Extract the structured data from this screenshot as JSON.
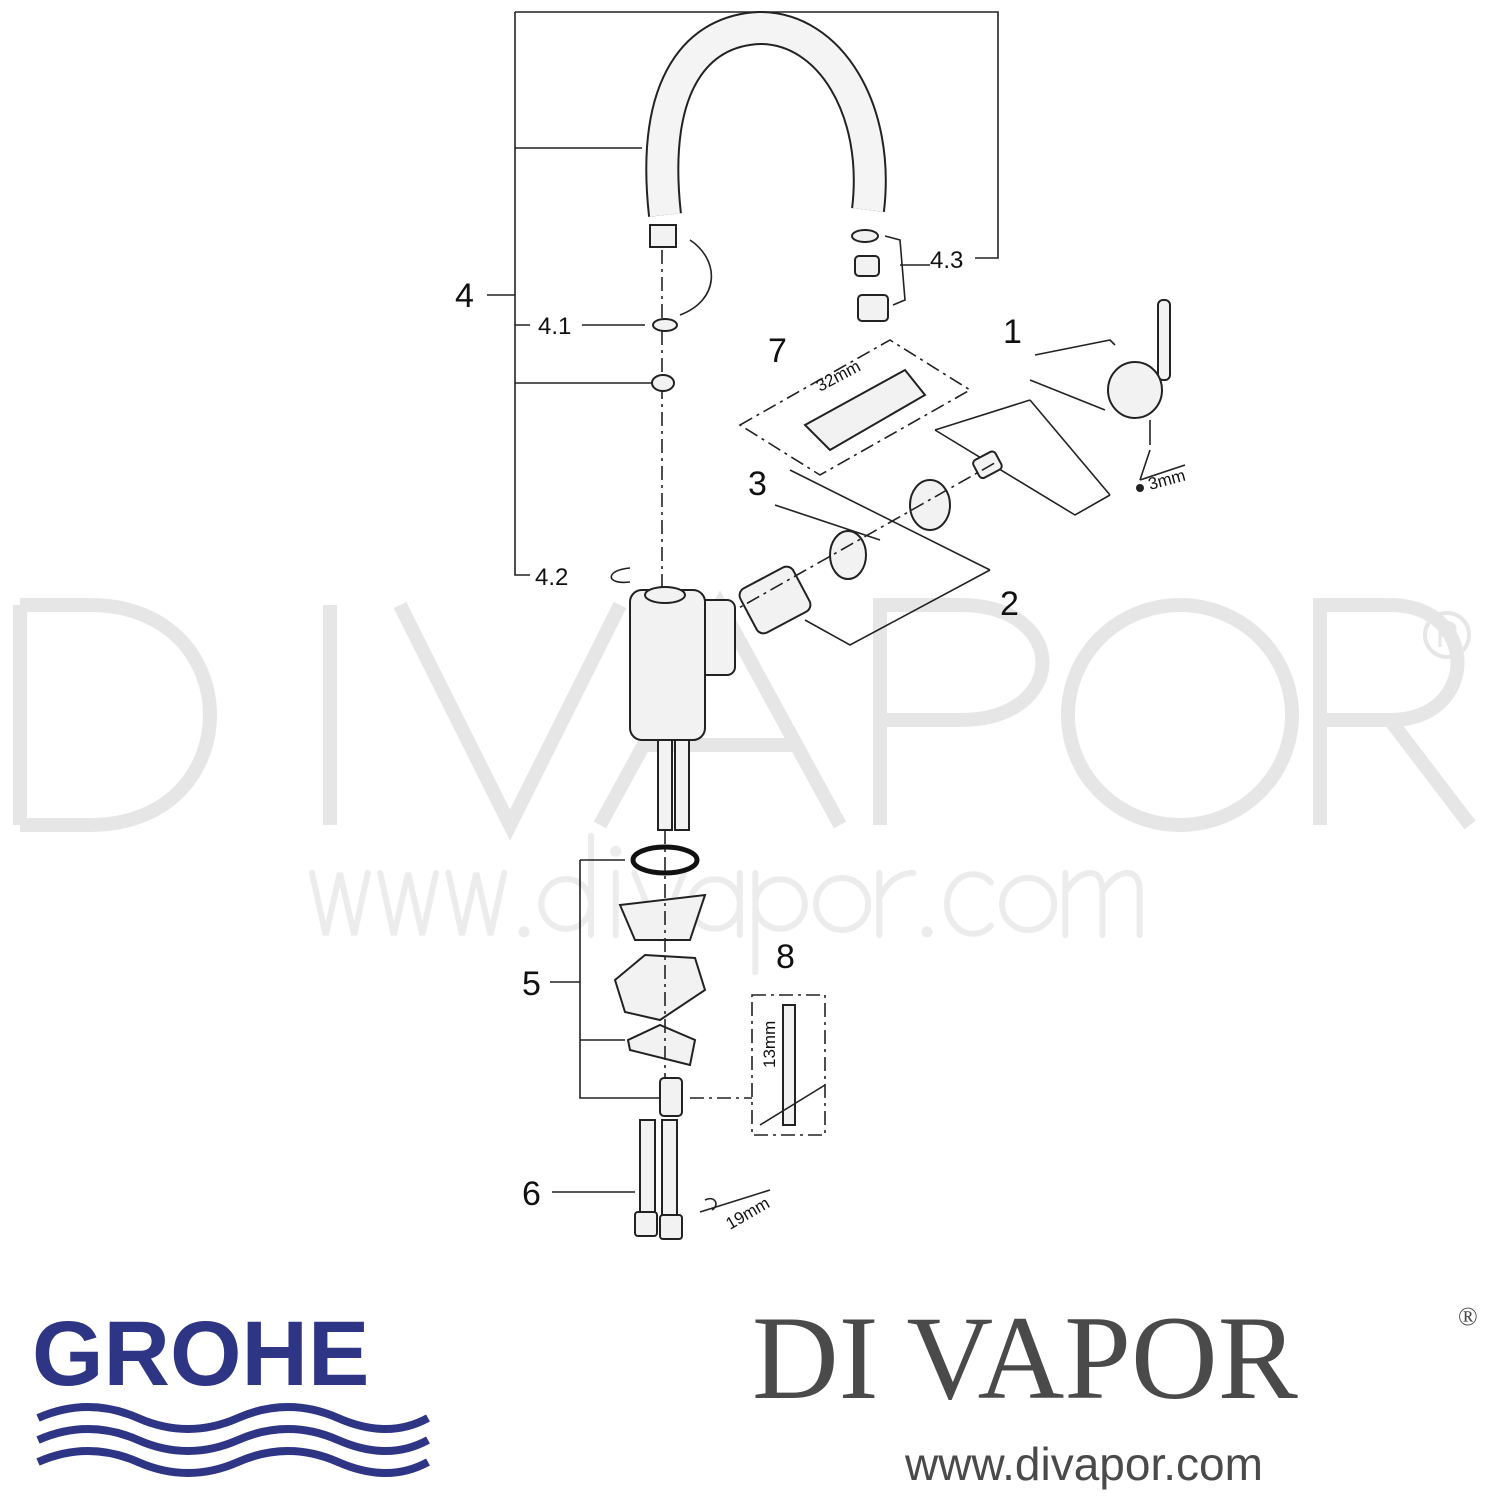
{
  "diagram": {
    "labels": {
      "p1": "1",
      "p2": "2",
      "p3": "3",
      "p4": "4",
      "p4_1": "4.1",
      "p4_2": "4.2",
      "p4_3": "4.3",
      "p5": "5",
      "p6": "6",
      "p7": "7",
      "p8": "8"
    },
    "dimensions": {
      "d32": "32mm",
      "d3": "3mm",
      "d13": "13mm",
      "d19": "19mm"
    }
  },
  "watermark": {
    "title": "DI VAPOR",
    "registered": "®",
    "url": "www.divapor.com"
  },
  "footer": {
    "grohe_logo": "GROHE",
    "divapor_logo": "DI VAPOR",
    "divapor_registered": "®",
    "divapor_url": "www.divapor.com"
  },
  "colors": {
    "grohe_blue": "#2e3585",
    "divapor_grey": "#4a4a4a",
    "watermark": "#e6e6e6"
  }
}
